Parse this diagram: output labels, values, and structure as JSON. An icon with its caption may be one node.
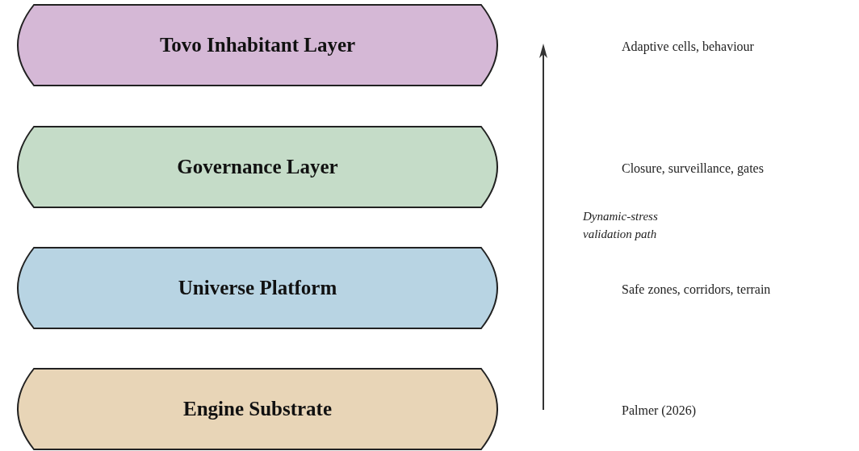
{
  "diagram": {
    "nodes": [
      {
        "text": [
          "Tovo Inhabitant Layer"
        ]
      },
      {
        "text": [
          "Governance Layer"
        ]
      },
      {
        "text": [
          "Universe Platform"
        ]
      },
      {
        "text": [
          "Engine Substrate"
        ]
      }
    ],
    "labels": [
      "Adaptive cells, behaviour",
      "Closure, surveillance, gates",
      "Dynamic-stress validation path",
      "Safe zones, corridors, terrain",
      "Palmer (2026)"
    ]
  }
}
